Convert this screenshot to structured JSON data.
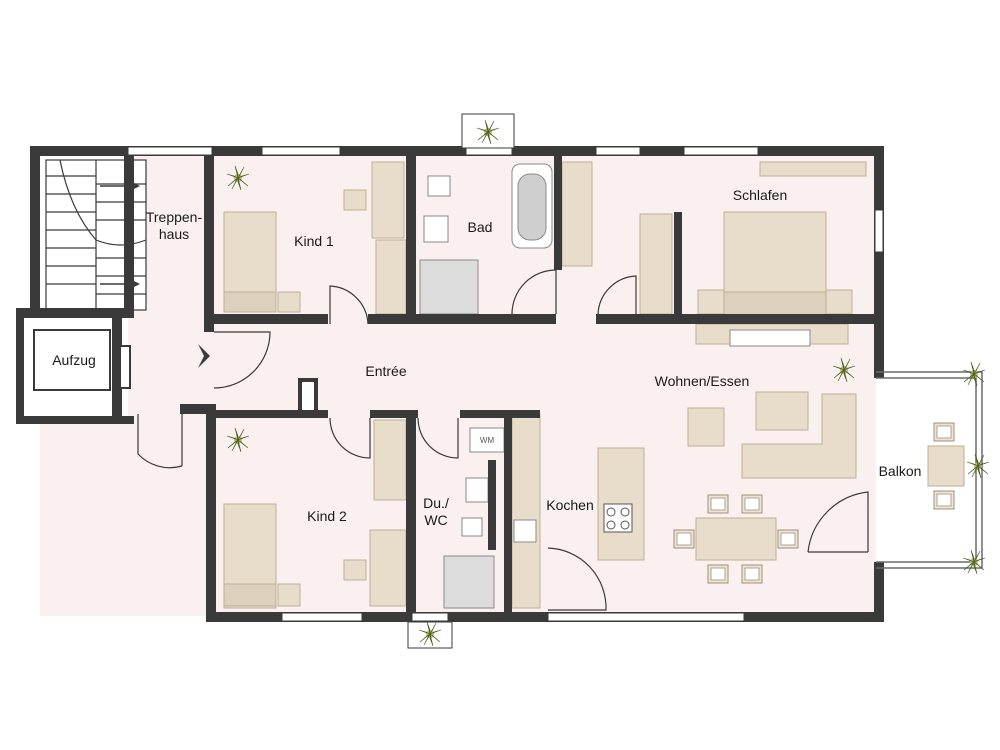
{
  "rooms": {
    "treppenhaus": "Treppen-\nhaus",
    "aufzug": "Aufzug",
    "kind1": "Kind 1",
    "bad": "Bad",
    "schlafen": "Schlafen",
    "entree": "Entrée",
    "wohnen": "Wohnen/Essen",
    "balkon": "Balkon",
    "kind2": "Kind 2",
    "duwc": "Du./\nWC",
    "kochen": "Kochen"
  },
  "fixtures": {
    "wm": "WM"
  },
  "colors": {
    "wall": "#3a3a3a",
    "floor": "#fbf0f0",
    "furniture": "#e8dccb",
    "furniture_stroke": "#bfae95",
    "window": "#ffffff",
    "plant": "#5f8a2a"
  }
}
